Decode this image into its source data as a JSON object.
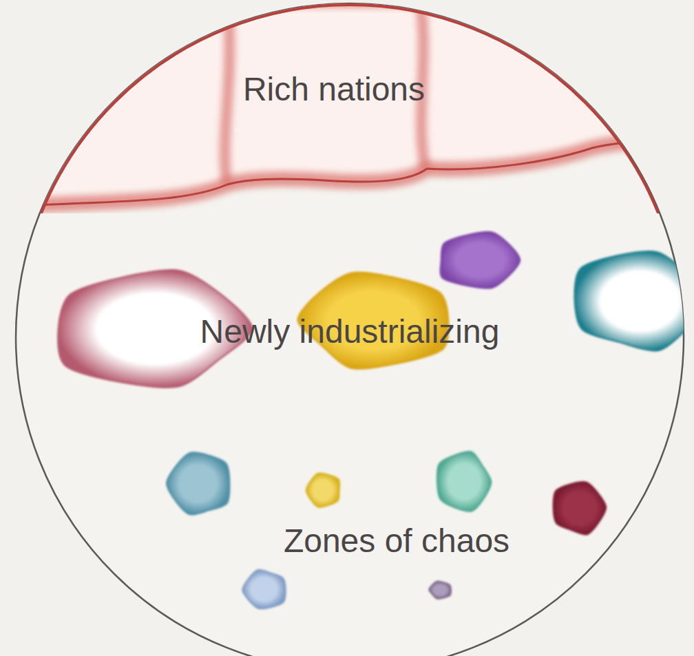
{
  "diagram": {
    "nodes": [
      {
        "text": [
          "Rich nations"
        ]
      }
    ],
    "labels": [
      "Newly industrializing",
      "Zones of chaos"
    ]
  }
}
